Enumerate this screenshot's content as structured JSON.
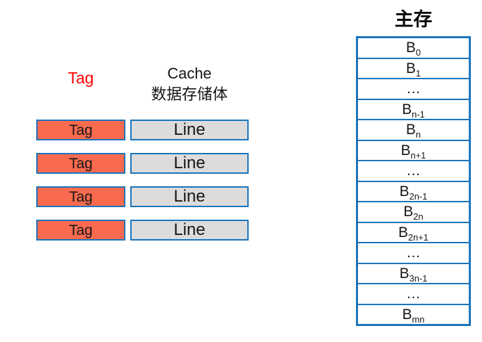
{
  "colors": {
    "background": "#ffffff",
    "tag_fill": "#f96a4f",
    "line_fill": "#dcdcdc",
    "border_blue": "#1b75bb",
    "heading_red": "#ff0000"
  },
  "cache": {
    "tag_column_header": "Tag",
    "header_line1": "Cache",
    "header_line2": "数据存储体",
    "rows": [
      {
        "tag": "Tag",
        "line": "Line"
      },
      {
        "tag": "Tag",
        "line": "Line"
      },
      {
        "tag": "Tag",
        "line": "Line"
      },
      {
        "tag": "Tag",
        "line": "Line"
      }
    ]
  },
  "memory": {
    "title": "主存",
    "rows": [
      {
        "base": "B",
        "sub": "0"
      },
      {
        "base": "B",
        "sub": "1"
      },
      {
        "base": "…",
        "sub": ""
      },
      {
        "base": "B",
        "sub": "n-1"
      },
      {
        "base": "B",
        "sub": "n"
      },
      {
        "base": "B",
        "sub": "n+1"
      },
      {
        "base": "…",
        "sub": ""
      },
      {
        "base": "B",
        "sub": "2n-1"
      },
      {
        "base": "B",
        "sub": "2n"
      },
      {
        "base": "B",
        "sub": "2n+1"
      },
      {
        "base": "…",
        "sub": ""
      },
      {
        "base": "B",
        "sub": "3n-1"
      },
      {
        "base": "…",
        "sub": ""
      },
      {
        "base": "B",
        "sub": "mn"
      }
    ]
  }
}
